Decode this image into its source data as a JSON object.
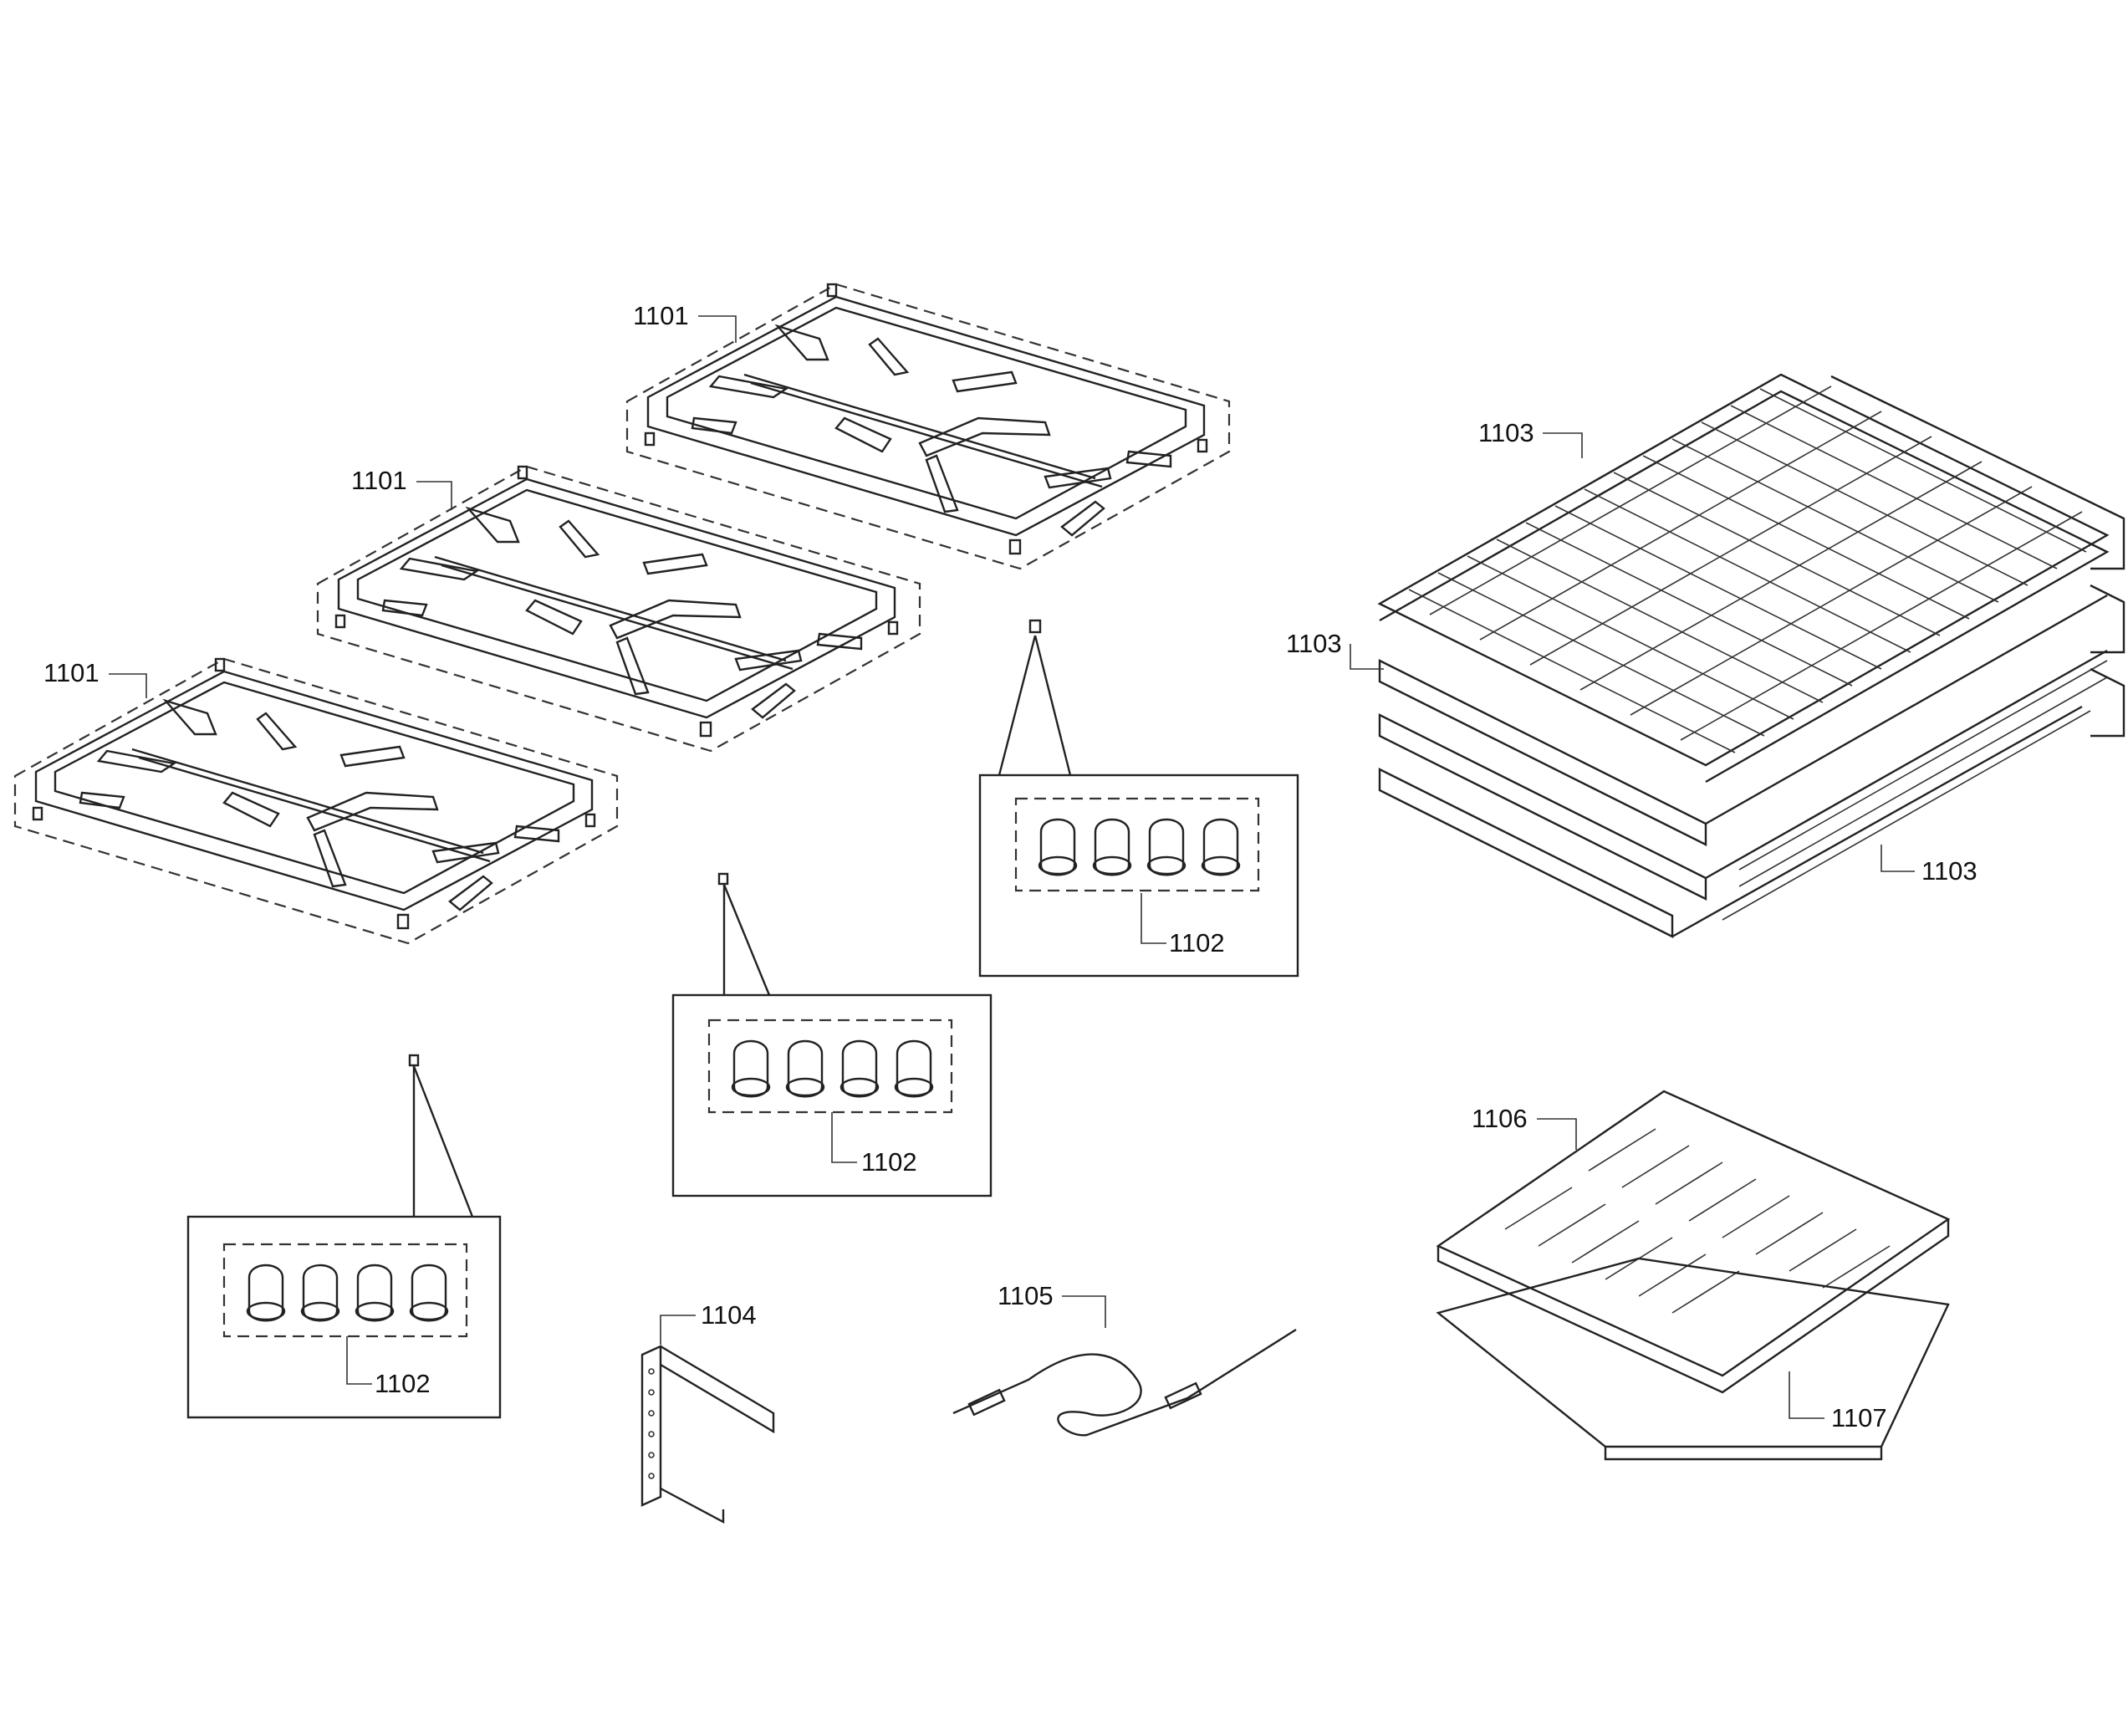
{
  "callouts": {
    "grate_1": "1101",
    "grate_2": "1101",
    "grate_3": "1101",
    "feet_1": "1102",
    "feet_2": "1102",
    "feet_3": "1102",
    "rack_top": "1103",
    "rack_mid": "1103",
    "rack_right": "1103",
    "bracket": "1104",
    "probe": "1105",
    "broil_insert": "1106",
    "broil_pan": "1107"
  }
}
